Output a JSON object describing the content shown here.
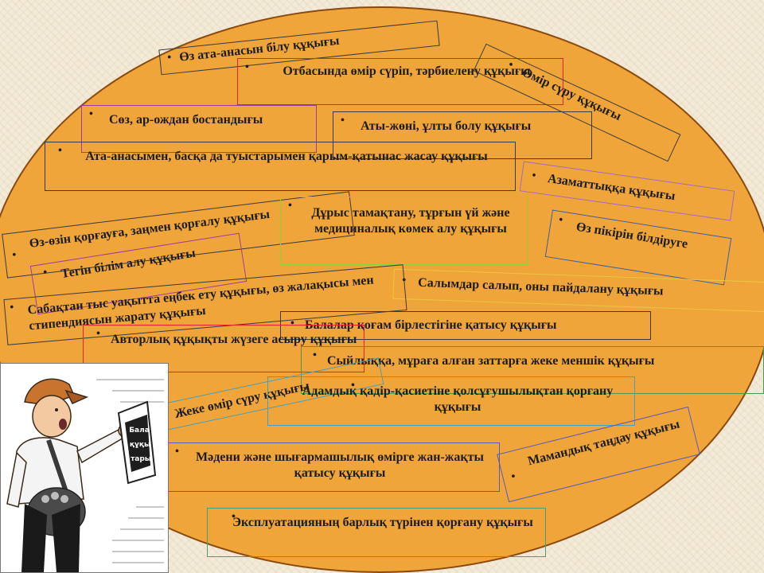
{
  "colors": {
    "ellipse_fill": "#f0a53a",
    "ellipse_border": "#8a4a0e",
    "background": "#f3ead8",
    "decoration": "#e39b60"
  },
  "rights": [
    {
      "id": "r01",
      "text": "Өз ата-анасын білу құқығы",
      "border": "#3a3a3a"
    },
    {
      "id": "r02",
      "text": "Отбасында өмір сүріп, тәрбиелену құқығы",
      "border": "#e0242a"
    },
    {
      "id": "r03",
      "text": "Өмір сүру құқығы",
      "border": "#3a3a3a"
    },
    {
      "id": "r04",
      "text": "Сөз, ар-ождан бостандығы",
      "border": "#a03aa0"
    },
    {
      "id": "r05",
      "text": "Аты-жөні, ұлты болу құқығы",
      "border": "#3a3a3a"
    },
    {
      "id": "r06",
      "text": "Ата-анасымен, басқа да туыстарымен қарым-қатынас жасау құқығы",
      "border": "#3a3a3a"
    },
    {
      "id": "r07",
      "text": "Азаматтыққа құқығы",
      "border": "#a468c8"
    },
    {
      "id": "r08",
      "text": "Өз-өзін қорғауға, заңмен қорғалу құқығы",
      "border": "#3a3a3a"
    },
    {
      "id": "r09",
      "text": "Дұрыс тамақтану, тұрғын үй және медициналық көмек алу құқығы",
      "border": "#8fd33a"
    },
    {
      "id": "r10",
      "text": "Өз пікірін білдіруге",
      "border": "#3e5f9e"
    },
    {
      "id": "r11",
      "text": "Тегін білім алу құқығы",
      "border": "#a03aa0"
    },
    {
      "id": "r12",
      "text": "Салымдар салып, оны пайдалану құқығы",
      "border": "#e8c840"
    },
    {
      "id": "r13",
      "text": "Сабақтан тыс уақытта еңбек ету құқығы, өз жалақысы мен стипендиясын жарату құқығы",
      "border": "#3a3a3a"
    },
    {
      "id": "r14",
      "text": "Балалар қоғам бірлестігіне қатысу құқығы",
      "border": "#3a3a3a"
    },
    {
      "id": "r15",
      "text": "Авторлық құқықты жүзеге асыру құқығы",
      "border": "#e0242a"
    },
    {
      "id": "r16",
      "text": "Сыйлыққа, мұраға алған заттарға жеке меншік құқығы",
      "border": "#4a9a4a"
    },
    {
      "id": "r17",
      "text": "Жеке өмір сүру құқығы",
      "border": "#4aa0b8"
    },
    {
      "id": "r18",
      "text": "Адамдық қадір-қасиетіне қолсұғушылықтан қорғану құқығы",
      "border": "#4aa0b8"
    },
    {
      "id": "r19",
      "text": "Мамандық таңдау құқығы",
      "border": "#5a5ab8"
    },
    {
      "id": "r20",
      "text": "Мәдени және шығармашылық өмірге жан-жақты қатысу құқығы",
      "border": "#5a5ab8"
    },
    {
      "id": "r21",
      "text": "Эксплуатацияның барлық түрінен қорғану құқығы",
      "border": "#4aa070"
    }
  ],
  "illustration": {
    "icon": "newspaper-boy-icon",
    "sign_lines": [
      "Бала",
      "құқы",
      "тары"
    ]
  }
}
